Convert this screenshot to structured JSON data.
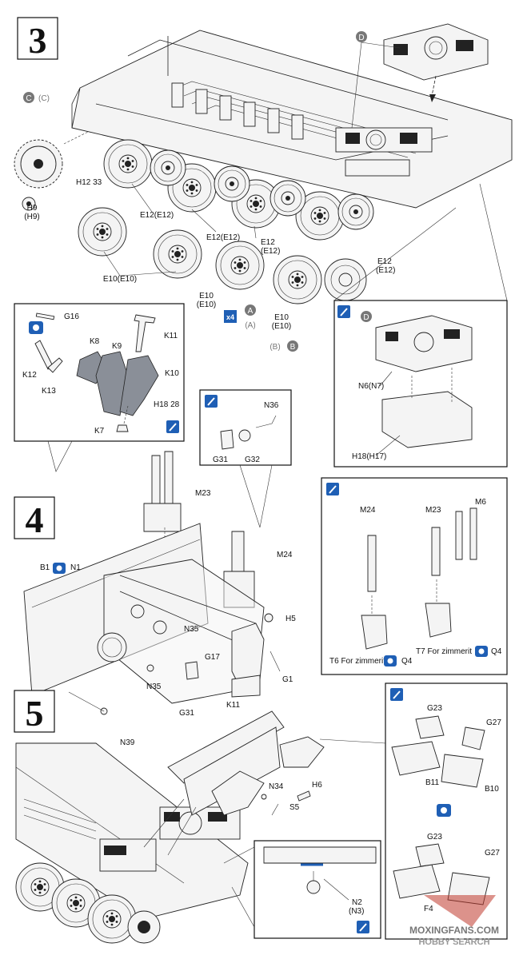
{
  "steps": {
    "s3": {
      "number": "3"
    },
    "s4": {
      "number": "4"
    },
    "s5": {
      "number": "5"
    }
  },
  "callouts": {
    "C_pair": "C",
    "C_pair2": "(C)",
    "A_x4_mult": "x4",
    "A": "A",
    "A_paren": "(A)",
    "B_paren": "(B)",
    "B": "B",
    "D_top": "D",
    "D_inset": "D"
  },
  "step3_labels": {
    "H9": "H9",
    "H9p": "(H9)",
    "H12_33": "H12 33",
    "E12a": "E12(E12)",
    "E12b": "E12(E12)",
    "E12c": "E12",
    "E12cp": "(E12)",
    "E12d": "E12",
    "E12dp": "(E12)",
    "E10a": "E10(E10)",
    "E10b": "E10",
    "E10bp": "(E10)",
    "E10c": "E10",
    "E10cp": "(E10)"
  },
  "inset_k": {
    "G16": "G16",
    "K11": "K11",
    "K8": "K8",
    "K9": "K9",
    "K10": "K10",
    "K12": "K12",
    "K13": "K13",
    "H18_28": "H18 28",
    "K7": "K7"
  },
  "inset_d": {
    "N6": "N6(N7)",
    "H18": "H18(H17)"
  },
  "step4_labels": {
    "N36": "N36",
    "G31a": "G31",
    "G32": "G32",
    "M23": "M23",
    "M24": "M24",
    "B1": "B1",
    "N1": "N1",
    "H5": "H5",
    "N35a": "N35",
    "G17": "G17",
    "G1": "G1",
    "N35b": "N35",
    "G31b": "G31",
    "K11": "K11",
    "N39": "N39"
  },
  "inset_zim": {
    "M24": "M24",
    "M23": "M23",
    "M6": "M6",
    "T6": "T6 For zimmerit",
    "Q4a": "Q4",
    "T7": "T7 For zimmerit",
    "Q4b": "Q4"
  },
  "step5_labels": {
    "N34": "N34",
    "H6": "H6",
    "S5": "S5",
    "N2": "N2",
    "N2p": "(N3)"
  },
  "inset_boxes": {
    "G23a": "G23",
    "G27a": "G27",
    "B11": "B11",
    "B10": "B10",
    "G23b": "G23",
    "G27b": "G27",
    "F4": "F4"
  },
  "watermark": {
    "line1": "MOXINGFANS.COM",
    "line2": "HOBBY SEARCH"
  },
  "colors": {
    "ink": "#111111",
    "part_grey": "#8a8f98",
    "icon_blue": "#1f5fb5",
    "callout_grey": "#777777"
  }
}
